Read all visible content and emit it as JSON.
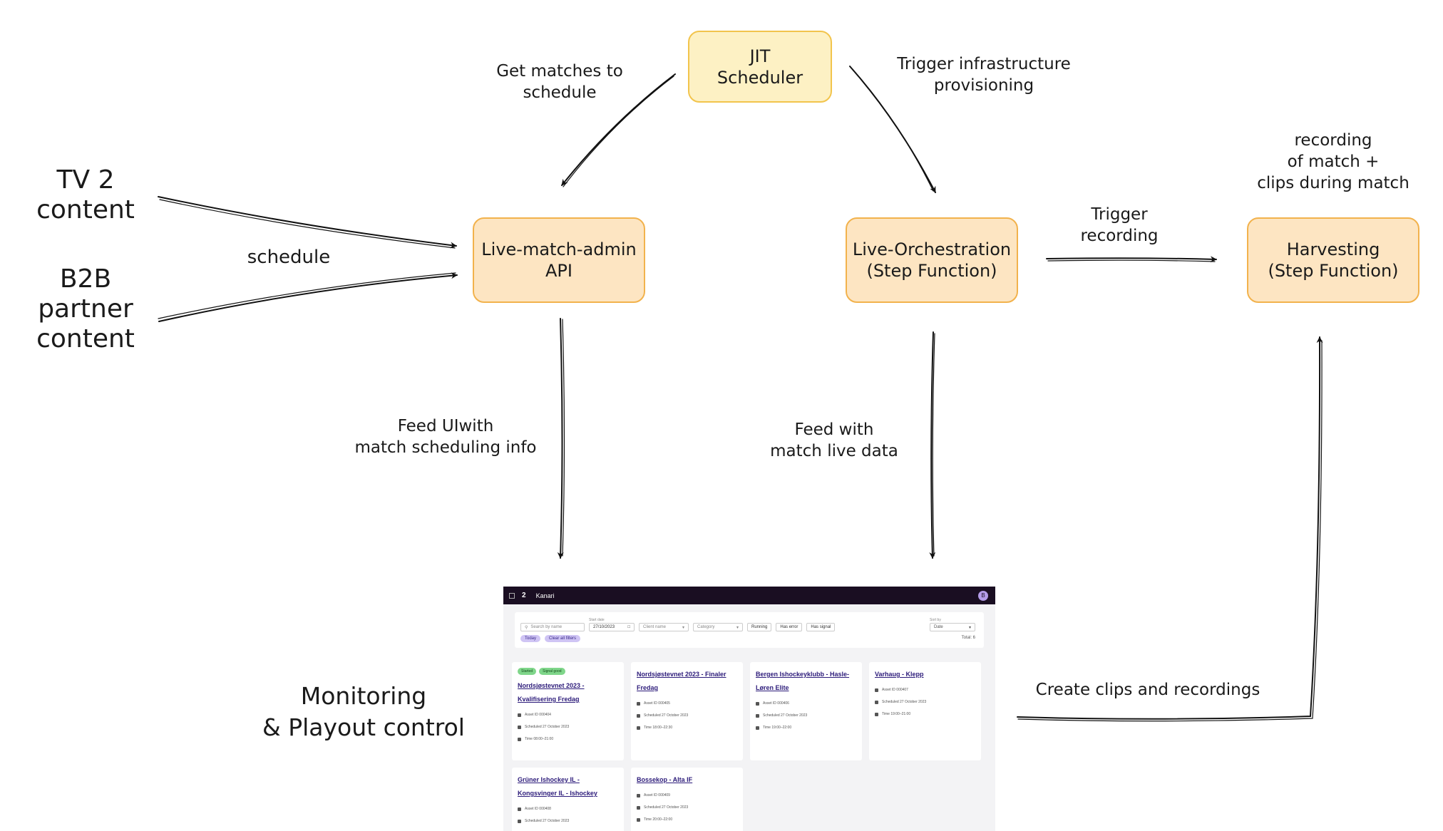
{
  "nodes": {
    "jit": {
      "line1": "JIT",
      "line2": "Scheduler"
    },
    "admin": {
      "line1": "Live-match-admin",
      "line2": "API"
    },
    "orch": {
      "line1": "Live-Orchestration",
      "line2": "(Step Function)"
    },
    "harvest": {
      "line1": "Harvesting",
      "line2": "(Step Function)"
    }
  },
  "sources": {
    "tv2": {
      "line1": "TV 2",
      "line2": "content"
    },
    "b2b": {
      "line1": "B2B",
      "line2": "partner",
      "line3": "content"
    }
  },
  "edges": {
    "get_matches": {
      "line1": "Get matches to",
      "line2": "schedule"
    },
    "trigger_infra": {
      "line1": "Trigger infrastructure",
      "line2": "provisioning"
    },
    "schedule": "schedule",
    "trigger_rec": {
      "line1": "Trigger",
      "line2": "recording"
    },
    "recording_of_match": {
      "line1": "recording",
      "line2": "of match +",
      "line3": "clips during match"
    },
    "feed_ui": {
      "line1": "Feed UIwith",
      "line2": "match scheduling info"
    },
    "feed_live": {
      "line1": "Feed with",
      "line2": "match live data"
    },
    "create_clips": "Create clips and recordings"
  },
  "monitoring": {
    "line1": "Monitoring",
    "line2": "& Playout control"
  },
  "screenshot": {
    "logo": "2",
    "app_title": "Kanari",
    "avatar": "B",
    "search_placeholder": "Search by name",
    "date_caption": "Start date",
    "date_value": "27/10/2023",
    "filters": [
      "Client name",
      "Category"
    ],
    "toggles": [
      "Running",
      "Has error",
      "Has signal"
    ],
    "sort_caption": "Sort by",
    "sort_value": "Date",
    "chips": [
      "Today",
      "Clear all filters"
    ],
    "total": "Total: 6",
    "cards": [
      {
        "badges": [
          "Started",
          "Signal good"
        ],
        "title": "Nordsjøstevnet 2023 - Kvalifisering Fredag",
        "meta": [
          "Asset ID 000404",
          "Scheduled 27 October 2023",
          "Time 08:00–21:00"
        ]
      },
      {
        "badges": [],
        "title": "Nordsjøstevnet 2023 - Finaler Fredag",
        "meta": [
          "Asset ID 000405",
          "Scheduled 27 October 2023",
          "Time 18:00–22:30"
        ]
      },
      {
        "badges": [],
        "title": "Bergen Ishockeyklubb - Hasle-Løren Elite",
        "meta": [
          "Asset ID 000406",
          "Scheduled 27 October 2023",
          "Time 19:00–22:00"
        ]
      },
      {
        "badges": [],
        "title": "Varhaug - Klepp",
        "meta": [
          "Asset ID 000407",
          "Scheduled 27 October 2023",
          "Time 19:00–21:00"
        ]
      },
      {
        "badges": [],
        "title": "Grüner Ishockey IL - Kongsvinger IL - Ishockey",
        "meta": [
          "Asset ID 000408",
          "Scheduled 27 October 2023"
        ]
      },
      {
        "badges": [],
        "title": "Bossekop - Alta IF",
        "meta": [
          "Asset ID 000409",
          "Scheduled 27 October 2023",
          "Time 20:00–22:00"
        ]
      }
    ]
  },
  "colors": {
    "box_fill": "#fde5c2",
    "box_border": "#f2b24c",
    "jit_fill": "#fdf1c4",
    "topbar": "#1a0e22",
    "chip": "#cfc4f4",
    "badge": "#7fd68a"
  }
}
